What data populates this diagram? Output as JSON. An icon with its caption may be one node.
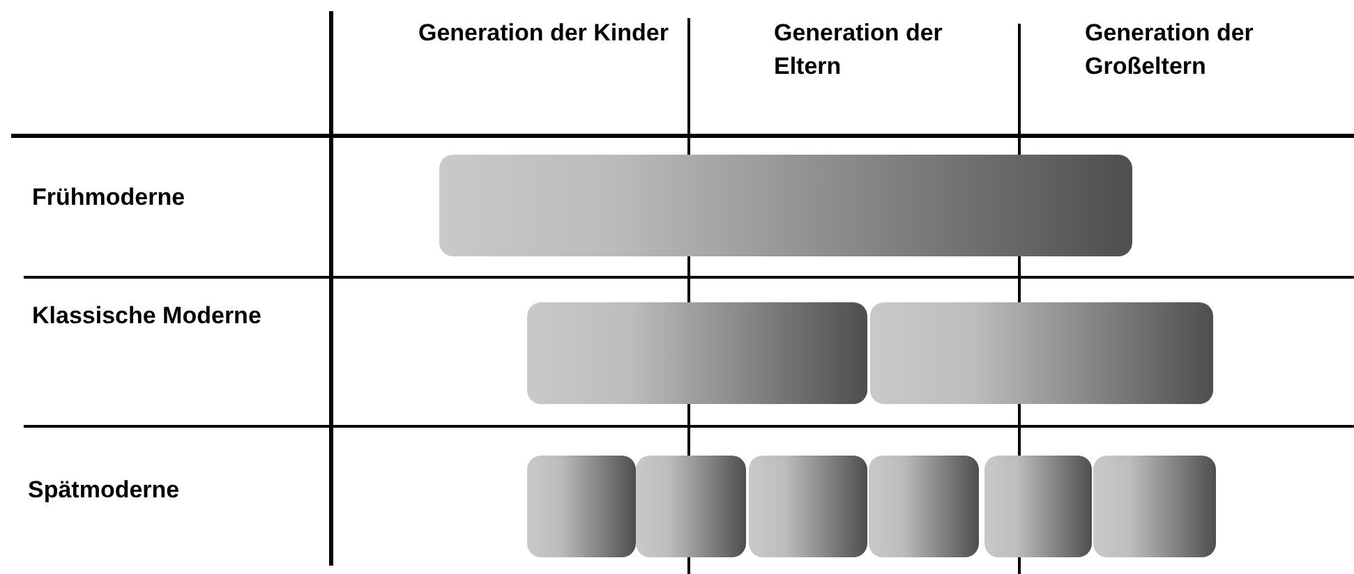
{
  "diagram": {
    "nodes": [
      {
        "text": [],
        "shape": "bar"
      },
      {
        "text": [],
        "shape": "bar"
      },
      {
        "text": [],
        "shape": "bar"
      },
      {
        "text": [],
        "shape": "bar"
      },
      {
        "text": [],
        "shape": "bar"
      },
      {
        "text": [],
        "shape": "bar"
      },
      {
        "text": [],
        "shape": "bar"
      },
      {
        "text": [],
        "shape": "bar"
      },
      {
        "text": [],
        "shape": "bar"
      }
    ],
    "labels": [
      "Generation der Kinder",
      "Generation der Eltern",
      "Generation der Großeltern",
      "Frühmoderne",
      "Klassische Moderne",
      "Spätmoderne"
    ]
  }
}
